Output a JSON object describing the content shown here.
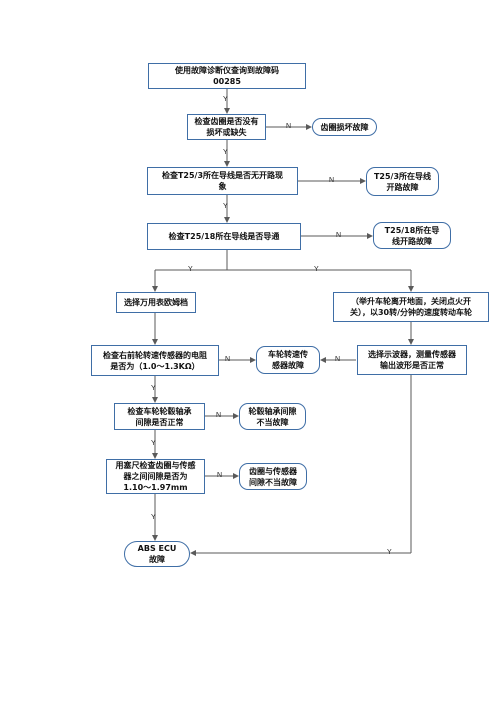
{
  "nodes": {
    "n1": [
      "使用故障诊断仪查询到故障码",
      "00285"
    ],
    "n2": [
      "检查齿圈是否没有",
      "损坏或缺失"
    ],
    "n3": [
      "齿圈损坏故障"
    ],
    "n4": [
      "检查T25/3所在导线是否无开路现",
      "象"
    ],
    "n5": [
      "T25/3所在导线",
      "开路故障"
    ],
    "n6": [
      "检查T25/18所在导线是否导通"
    ],
    "n7": [
      "T25/18所在导",
      "线开路故障"
    ],
    "n8": [
      "选择万用表欧姆档"
    ],
    "n9": [
      "（举升车轮离开地面，关闭点火开",
      "关），以30转/分钟的速度转动车轮"
    ],
    "n10": [
      "检查右前轮转速传感器的电阻",
      "是否为（1.0～1.3KΩ）"
    ],
    "n11": [
      "车轮转速传",
      "感器故障"
    ],
    "n12": [
      "选择示波器，测量传感器",
      "输出波形是否正常"
    ],
    "n13": [
      "检查车轮轮毂轴承",
      "间隙是否正常"
    ],
    "n14": [
      "轮毂轴承间隙",
      "不当故障"
    ],
    "n15": [
      "用塞尺检查齿圈与传感",
      "器之间间隙是否为",
      "1.10～1.97mm"
    ],
    "n16": [
      "齿圈与传感器",
      "间隙不当故障"
    ],
    "n17": [
      "ABS ECU",
      "故障"
    ]
  },
  "edge_labels": {
    "yes": "Y",
    "no": "N"
  },
  "colors": {
    "box_border": "#3f6ea6",
    "line": "#5a5a5a",
    "text": "#111111"
  }
}
